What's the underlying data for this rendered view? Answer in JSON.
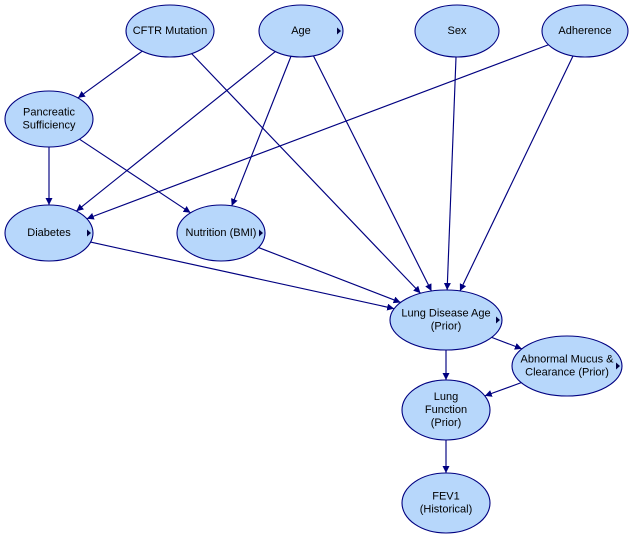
{
  "colors": {
    "node_fill": "#b7d7fb",
    "node_stroke": "#000080",
    "edge": "#000080",
    "text": "#000000"
  },
  "nodes": {
    "cftr": {
      "lines": [
        "CFTR Mutation"
      ]
    },
    "age": {
      "lines": [
        "Age"
      ]
    },
    "sex": {
      "lines": [
        "Sex"
      ]
    },
    "adherence": {
      "lines": [
        "Adherence"
      ]
    },
    "pancreatic": {
      "lines": [
        "Pancreatic",
        "Sufficiency"
      ]
    },
    "diabetes": {
      "lines": [
        "Diabetes"
      ]
    },
    "nutrition": {
      "lines": [
        "Nutrition (BMI)"
      ]
    },
    "lung_disease": {
      "lines": [
        "Lung Disease Age",
        "(Prior)"
      ]
    },
    "mucus": {
      "lines": [
        "Abnormal Mucus &",
        "Clearance (Prior)"
      ]
    },
    "lung_function": {
      "lines": [
        "Lung",
        "Function",
        "(Prior)"
      ]
    },
    "fev1": {
      "lines": [
        "FEV1",
        "(Historical)"
      ]
    }
  },
  "edges": [
    [
      "cftr",
      "pancreatic"
    ],
    [
      "cftr",
      "lung_disease"
    ],
    [
      "age",
      "diabetes"
    ],
    [
      "age",
      "nutrition"
    ],
    [
      "age",
      "lung_disease"
    ],
    [
      "sex",
      "lung_disease"
    ],
    [
      "adherence",
      "diabetes"
    ],
    [
      "adherence",
      "lung_disease"
    ],
    [
      "pancreatic",
      "diabetes"
    ],
    [
      "pancreatic",
      "nutrition"
    ],
    [
      "diabetes",
      "lung_disease"
    ],
    [
      "nutrition",
      "lung_disease"
    ],
    [
      "lung_disease",
      "mucus"
    ],
    [
      "lung_disease",
      "lung_function"
    ],
    [
      "mucus",
      "lung_function"
    ],
    [
      "lung_function",
      "fev1"
    ]
  ]
}
